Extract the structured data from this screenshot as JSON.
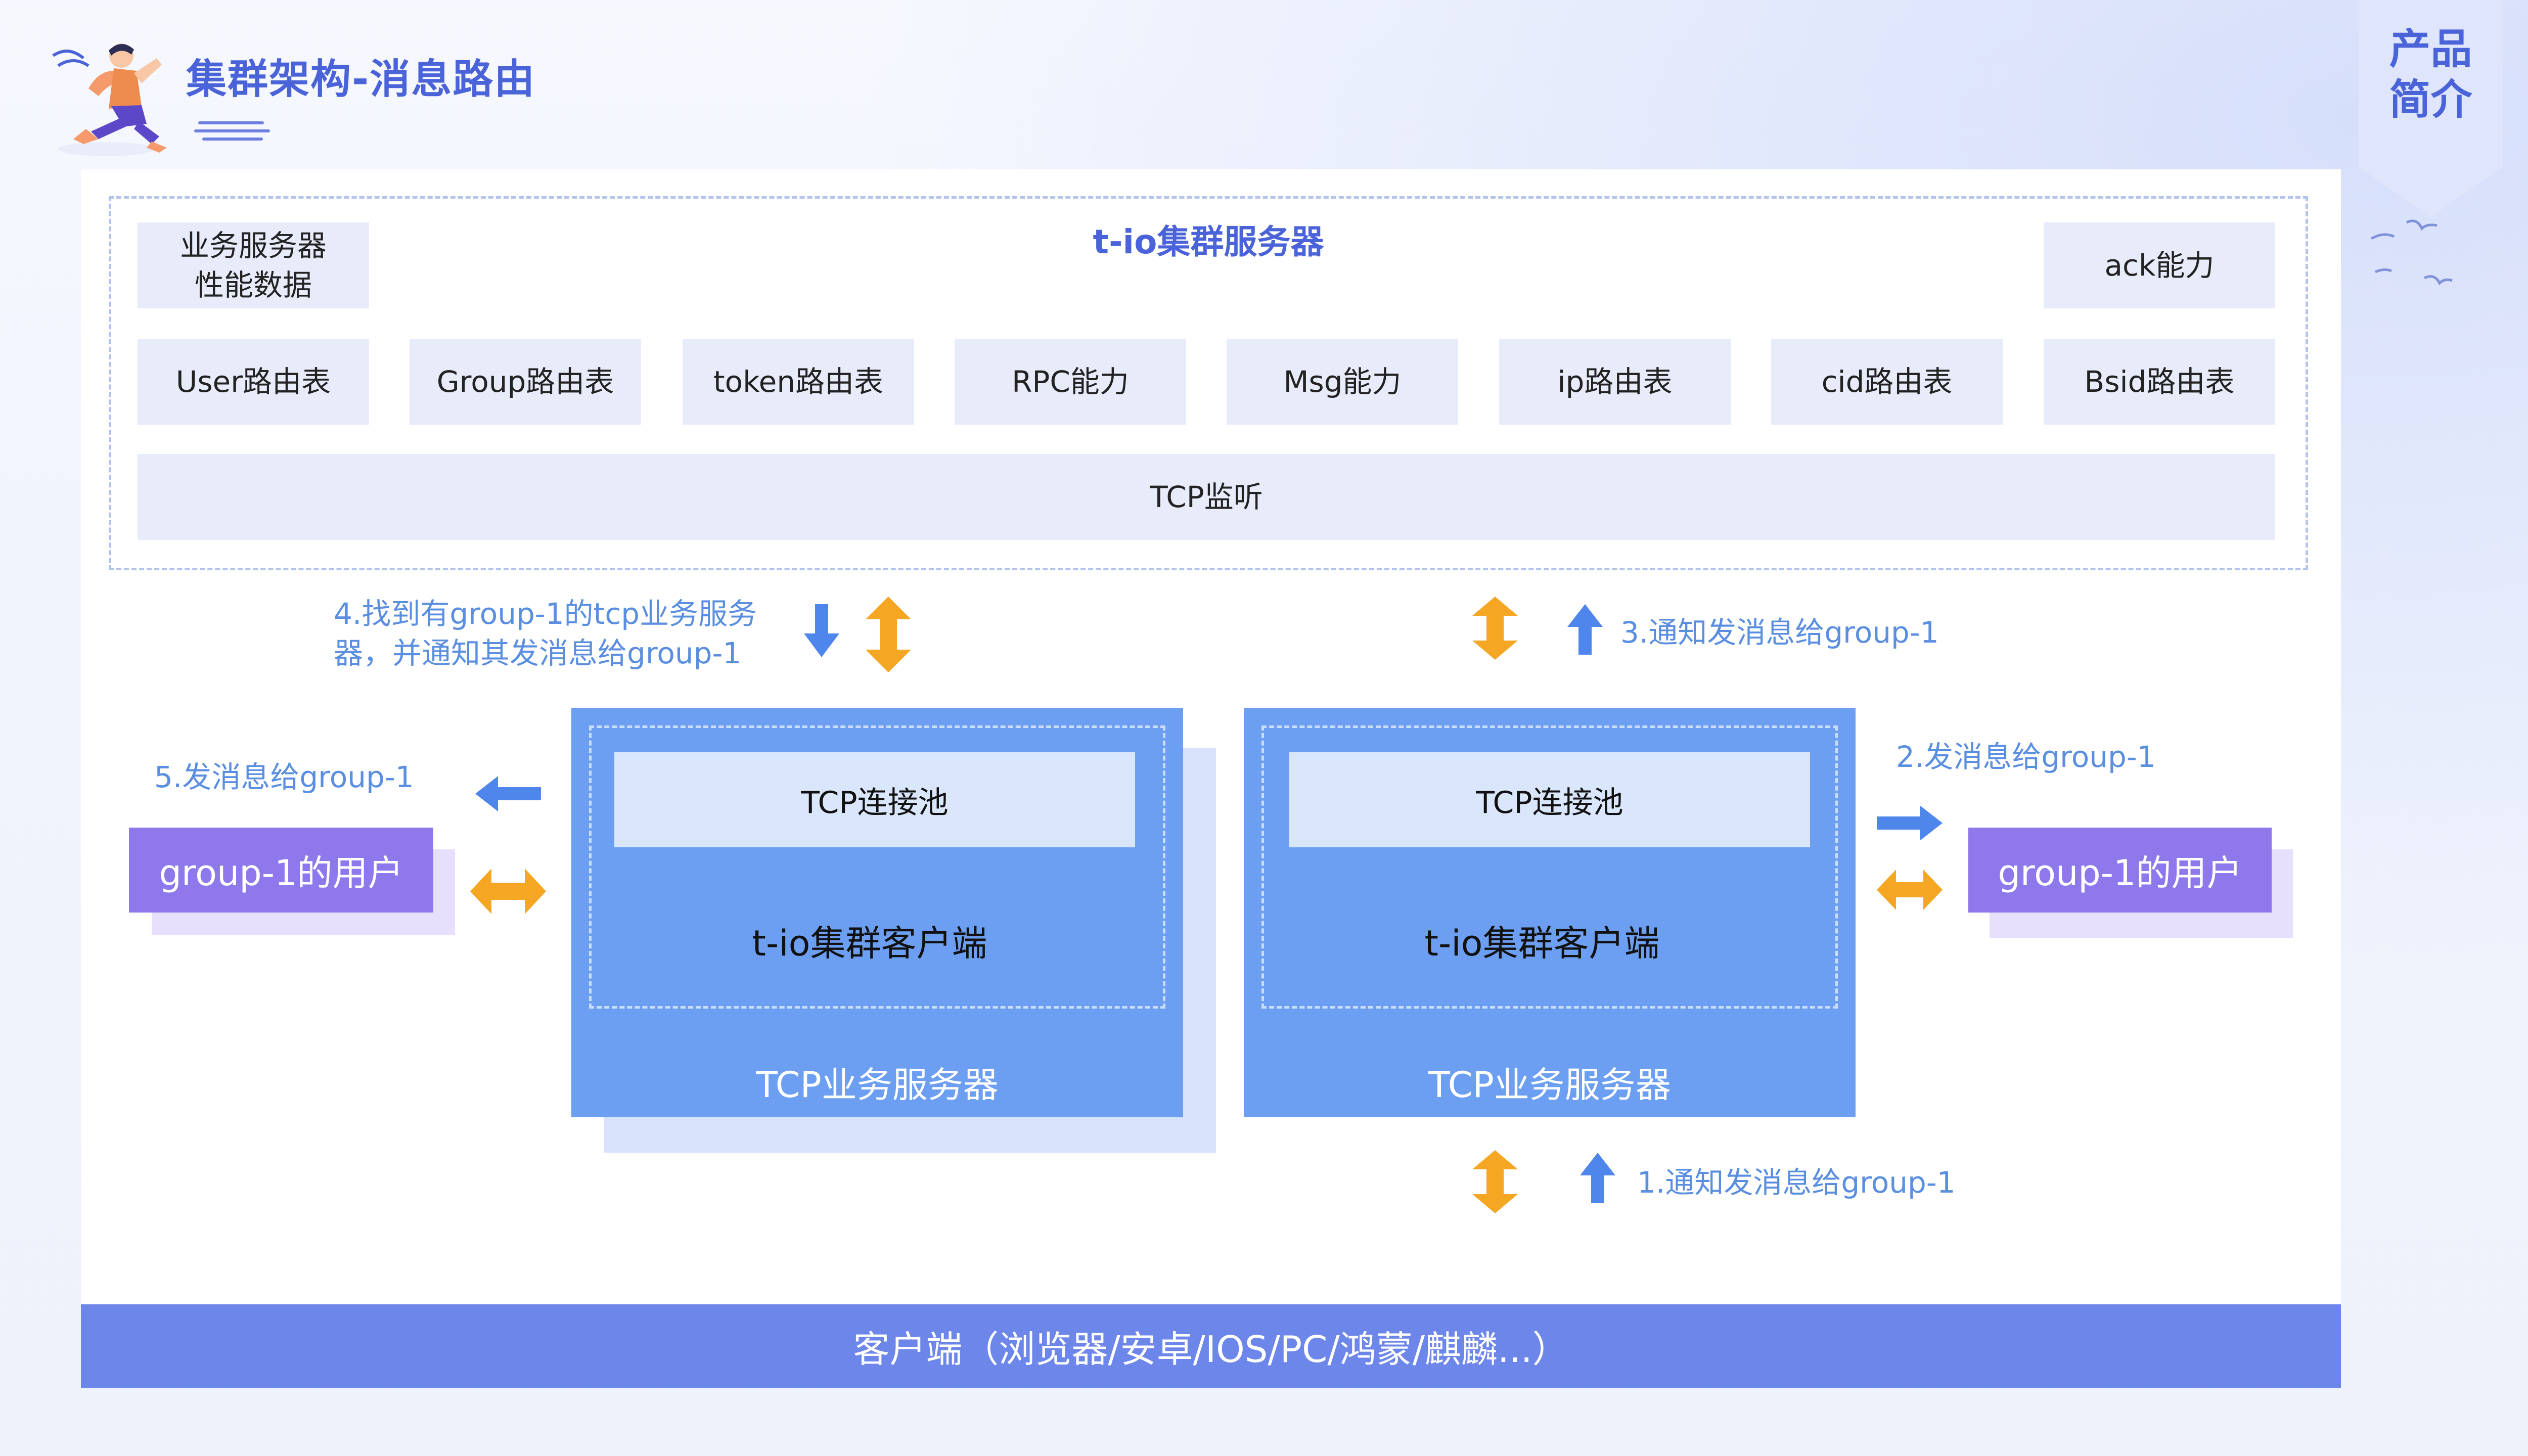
{
  "header": {
    "title": "集群架构-消息路由",
    "badge_label": "产品\n简介",
    "badge_line1": "产品",
    "badge_line2": "简介"
  },
  "cluster": {
    "title": "t-io集群服务器",
    "perf_box": "业务服务器\n性能数据",
    "perf_line1": "业务服务器",
    "perf_line2": "性能数据",
    "ack_box": "ack能力",
    "route_boxes": [
      "User路由表",
      "Group路由表",
      "token路由表",
      "RPC能力",
      "Msg能力",
      "ip路由表",
      "cid路由表",
      "Bsid路由表"
    ],
    "listen_bar": "TCP监听"
  },
  "notes": {
    "step4_line1": "4.找到有group-1的tcp业务服务",
    "step4_line2": "器，并通知其发消息给group-1",
    "step3": "3.通知发消息给group-1",
    "step5": "5.发消息给group-1",
    "step2": "2.发消息给group-1",
    "step1": "1.通知发消息给group-1"
  },
  "servers": [
    {
      "pool": "TCP连接池",
      "client": "t-io集群客户端",
      "server": "TCP业务服务器"
    },
    {
      "pool": "TCP连接池",
      "client": "t-io集群客户端",
      "server": "TCP业务服务器"
    }
  ],
  "users": {
    "left": "group-1的用户",
    "right": "group-1的用户"
  },
  "footer": {
    "clients": "客户端（浏览器/安卓/IOS/PC/鸿蒙/麒麟...）"
  },
  "colors": {
    "accent": "#4a63d9",
    "server_blue": "#6c9ff1",
    "user_purple": "#8f78ec",
    "arrow_orange": "#f5a623",
    "arrow_blue": "#4f86ec",
    "note_blue": "#5a8ee0",
    "footer_blue": "#6d86e9"
  },
  "icons": [
    "runner-mascot-icon",
    "bird-icon"
  ]
}
